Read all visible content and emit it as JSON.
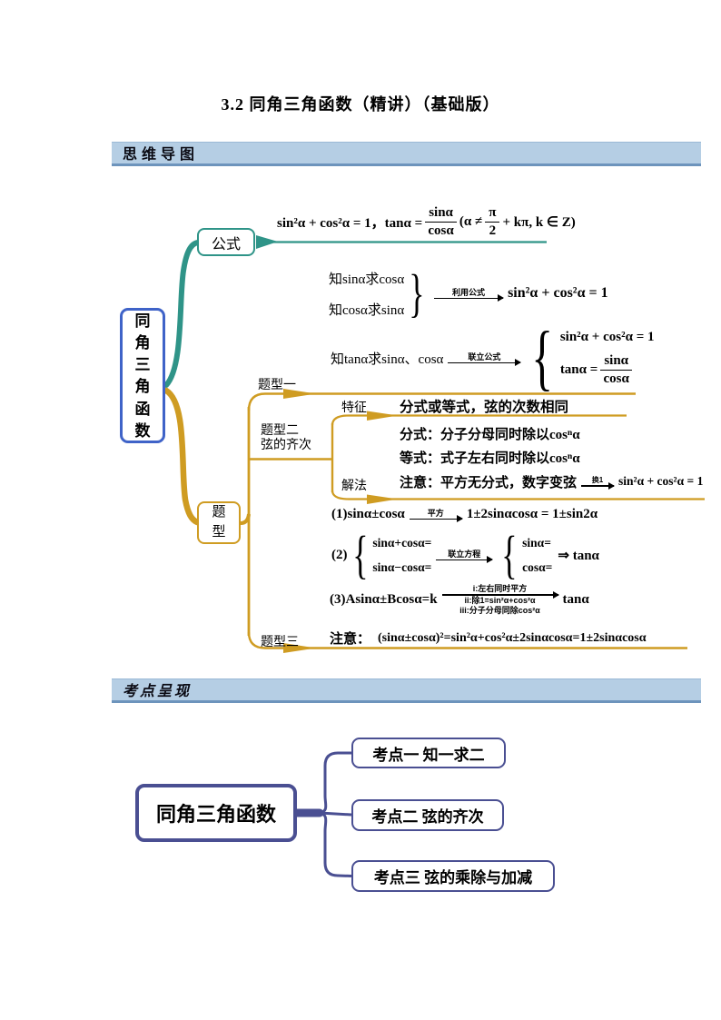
{
  "page": {
    "title": "3.2 同角三角函数（精讲）（基础版）"
  },
  "bars": {
    "mindmap": "思维导图",
    "kaodian": "考点呈现"
  },
  "colors": {
    "teal": "#2f9488",
    "gold": "#cf9c22",
    "root_blue": "#3f63c8",
    "purple": "#4a4f92",
    "bar_fill": "#b5cee4",
    "bar_border": "#6d94bc"
  },
  "m1": {
    "root": "同角三角函数",
    "gongshi": "公式",
    "tixing": "题型",
    "topformula": {
      "pre": "sin²α + cos²α = 1，tanα =",
      "num": "sinα",
      "den": "cosα",
      "mid": "(α ≠",
      "num2": "π",
      "den2": "2",
      "post": "+ kπ, k ∈ Z)"
    },
    "know1": {
      "line1": "知sinα求cosα",
      "line2": "知cosα求sinα",
      "arrow": "利用公式",
      "result": "sin²α + cos²α = 1"
    },
    "know2": {
      "lead": "知tanα求sinα、cosα",
      "arrow": "联立公式",
      "line1": "sin²α + cos²α = 1",
      "line2pre": "tanα =",
      "num": "sinα",
      "den": "cosα"
    },
    "t1": {
      "label": "题型一"
    },
    "t2": {
      "label1": "题型二",
      "label2": "弦的齐次",
      "feature_label": "特征",
      "feature_text": "分式或等式，弦的次数相同",
      "fenshi": "分式：分子分母同时除以cosⁿα",
      "dengshi": "等式：式子左右同时除以cosⁿα",
      "jiefa_label": "解法",
      "zhuyi_pre": "注意：平方无分式，数字变弦",
      "zhuyi_arrow": "换1",
      "zhuyi_result": "sin²α + cos²α = 1"
    },
    "items": {
      "i1": {
        "pre": "(1)sinα±cosα",
        "arrow": "平方",
        "post": "1±2sinαcosα = 1±sin2α"
      },
      "i2": {
        "label": "(2)",
        "a1": "sinα+cosα=",
        "a2": "sinα−cosα=",
        "arrow": "联立方程",
        "b1": "sinα=",
        "b2": "cosα=",
        "post": "⇒ tanα"
      },
      "i3": {
        "pre": "(3)Asinα±Bcosα=k",
        "top": "i:左右同时平方",
        "mid1": "ii:除1=sin²α+cos²α",
        "mid2": "iii:分子分母同除cos²α",
        "post": "tanα"
      }
    },
    "t3": {
      "label": "题型三",
      "pre": "注意：",
      "text": "(sinα±cosα)²=sin²α+cos²α±2sinαcosα=1±2sinαcosα"
    }
  },
  "m2": {
    "root": "同角三角函数",
    "items": [
      {
        "label": "考点一 知一求二"
      },
      {
        "label": "考点二 弦的齐次"
      },
      {
        "label": "考点三 弦的乘除与加减"
      }
    ]
  }
}
